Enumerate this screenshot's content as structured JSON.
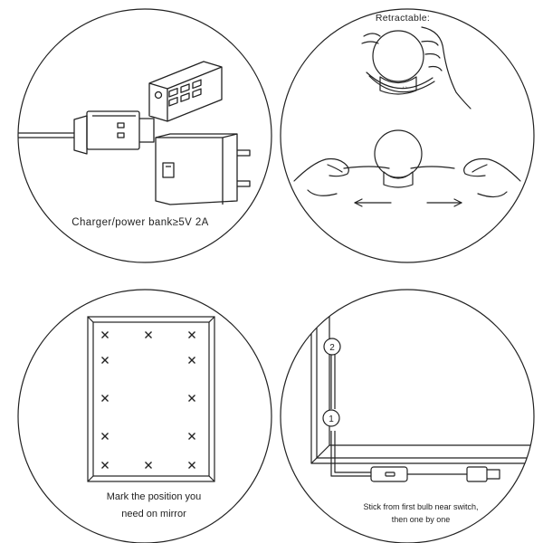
{
  "panels": {
    "charger": {
      "caption": "Charger/power bank≥5V 2A"
    },
    "retract": {
      "caption": "Retractable:"
    },
    "mark": {
      "caption_line1": "Mark the position you",
      "caption_line2": "need on mirror"
    },
    "stick": {
      "caption_line1": "Stick from first bulb near switch,",
      "caption_line2": "then one by one",
      "bulb_labels": [
        "2",
        "1"
      ]
    }
  },
  "colors": {
    "line": "#222222",
    "background": "#ffffff"
  }
}
